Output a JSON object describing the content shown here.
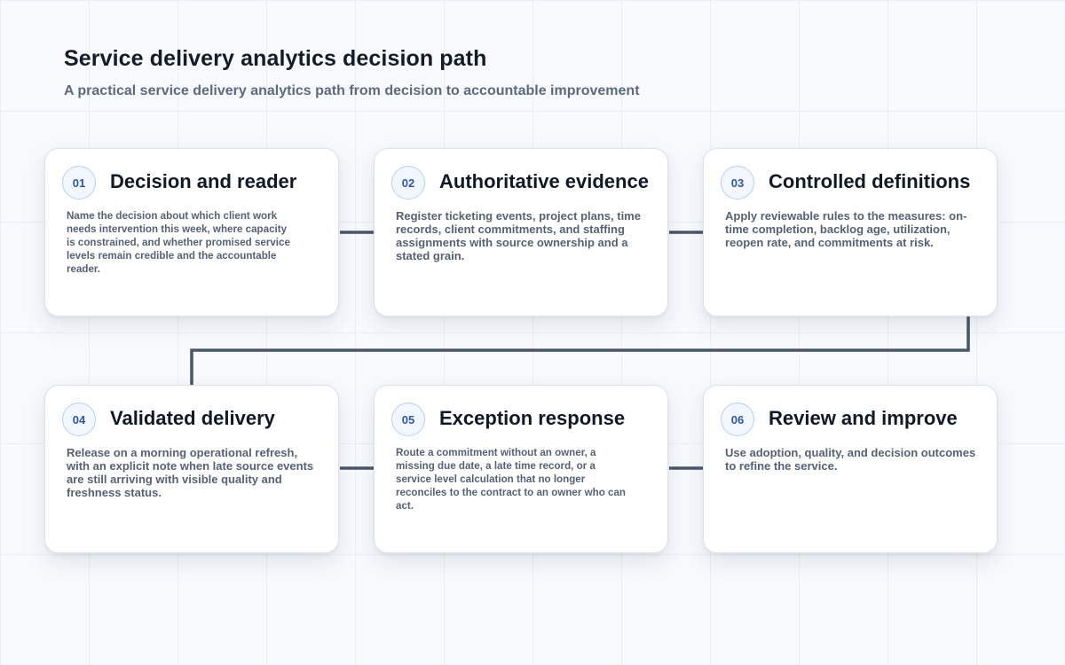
{
  "header": {
    "title": "Service delivery analytics decision path",
    "subtitle": "A practical service delivery analytics path from decision to accountable improvement"
  },
  "steps": [
    {
      "number": "01",
      "title": "Decision and reader",
      "description": "Name the decision about which client work needs intervention this week, where capacity is constrained, and whether promised service levels remain credible and the accountable reader."
    },
    {
      "number": "02",
      "title": "Authoritative evidence",
      "description": "Register ticketing events, project plans, time records, client commitments, and staffing assignments with source ownership and a stated grain."
    },
    {
      "number": "03",
      "title": "Controlled definitions",
      "description": "Apply reviewable rules to the measures: on-time completion, backlog age, utilization, reopen rate, and commitments at risk."
    },
    {
      "number": "04",
      "title": "Validated delivery",
      "description": "Release on a morning operational refresh, with an explicit note when late source events are still arriving with visible quality and freshness status."
    },
    {
      "number": "05",
      "title": "Exception response",
      "description": "Route a commitment without an owner, a missing due date, a late time record, or a service level calculation that no longer reconciles to the contract to an owner who can act."
    },
    {
      "number": "06",
      "title": "Review and improve",
      "description": "Use adoption, quality, and decision outcomes to refine the service."
    }
  ],
  "colors": {
    "connector": "#4a5568",
    "badge_text": "#2c5a9e",
    "badge_border": "#b9cff0",
    "title_text": "#111827",
    "body_text": "#566274"
  }
}
